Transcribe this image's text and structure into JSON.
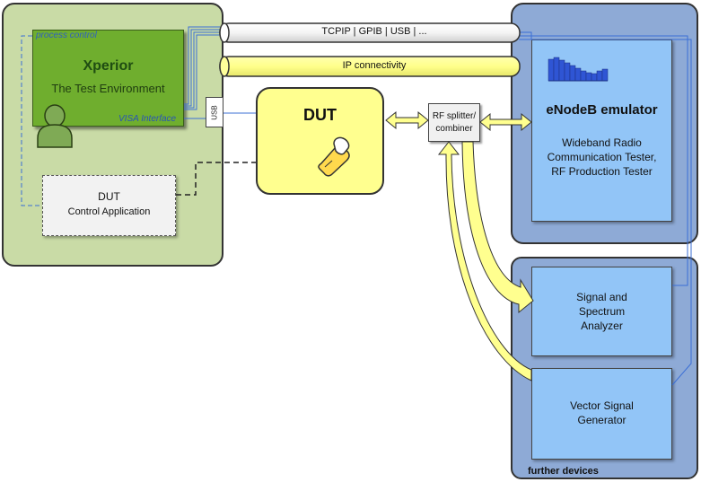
{
  "xperior": {
    "title": "Xperior",
    "subtitle": "The Test Environment",
    "process_control": "process control",
    "visa_interface": "VISA Interface",
    "usb_label": "USB"
  },
  "dut_control": {
    "title": "DUT",
    "subtitle": "Control Application"
  },
  "bus": {
    "tcpip": "TCPIP | GPIB | USB | ...",
    "ip": "IP connectivity"
  },
  "dut": {
    "title": "DUT"
  },
  "splitter": {
    "line1": "RF splitter/",
    "line2": "combiner"
  },
  "enodeb": {
    "title": "eNodeB emulator",
    "line1": "Wideband Radio",
    "line2": "Communication Tester,",
    "line3": "RF Production Tester"
  },
  "analyzer": {
    "line1": "Signal and",
    "line2": "Spectrum",
    "line3": "Analyzer"
  },
  "generator": {
    "line1": "Vector Signal",
    "line2": "Generator"
  },
  "further": {
    "label": "further devices"
  },
  "colors": {
    "green_panel": "#c9dba6",
    "green_box": "#6fae2e",
    "blue_panel": "#8eaad6",
    "blue_box": "#92c5f7",
    "yellow": "#ffff8f",
    "wire_blue": "#3b6fd6",
    "title_green": "#1f4d12"
  }
}
